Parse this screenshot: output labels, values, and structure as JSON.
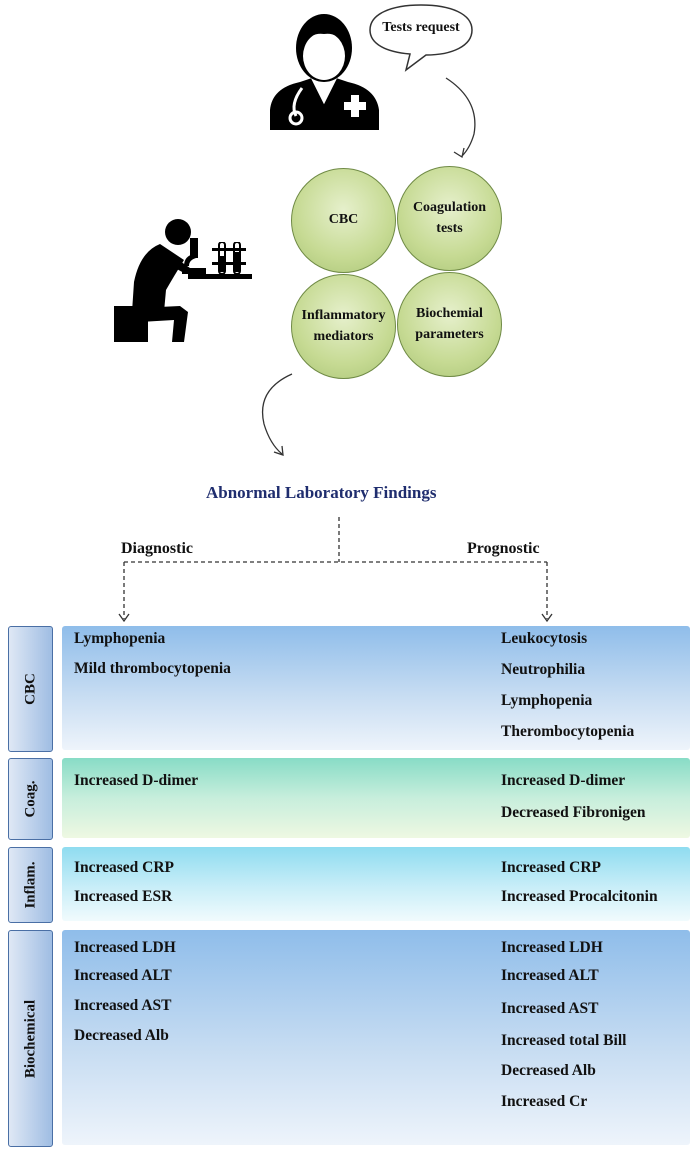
{
  "speech_bubble": "Tests request",
  "test_circles": [
    {
      "id": "cbc",
      "label": "CBC"
    },
    {
      "id": "coag",
      "label": "Coagulation tests"
    },
    {
      "id": "inflam",
      "label": "Inflammatory mediators"
    },
    {
      "id": "biochem",
      "label": "Biochemial parameters"
    }
  ],
  "title": "Abnormal Laboratory Findings",
  "branches": {
    "left": "Diagnostic",
    "right": "Prognostic"
  },
  "sections": {
    "cbc": {
      "label": "CBC",
      "diagnostic": [
        "Lymphopenia",
        "Mild thrombocytopenia"
      ],
      "prognostic": [
        "Leukocytosis",
        "Neutrophilia",
        "Lymphopenia",
        "Therombocytopenia"
      ]
    },
    "coag": {
      "label": "Coag.",
      "diagnostic": [
        "Increased D-dimer"
      ],
      "prognostic": [
        "Increased D-dimer",
        "Decreased Fibronigen"
      ]
    },
    "inflam": {
      "label": "Inflam.",
      "diagnostic": [
        "Increased CRP",
        "Increased ESR"
      ],
      "prognostic": [
        "Increased CRP",
        "Increased Procalcitonin"
      ]
    },
    "biochem": {
      "label": "Biochemical",
      "diagnostic": [
        "Increased LDH",
        "Increased ALT",
        "Increased AST",
        "Decreased Alb"
      ],
      "prognostic": [
        "Increased LDH",
        "Increased ALT",
        "Increased AST",
        "Increased total Bill",
        "Decreased Alb",
        "Increased Cr"
      ]
    }
  },
  "colors": {
    "title": "#1f2d6e",
    "circle_fill": "#c6da93",
    "circle_border": "#6f8a45",
    "side_border": "#4a6fa5"
  },
  "icons": [
    "doctor-icon",
    "lab-technician-icon",
    "microscope-icon",
    "test-tubes-icon"
  ]
}
